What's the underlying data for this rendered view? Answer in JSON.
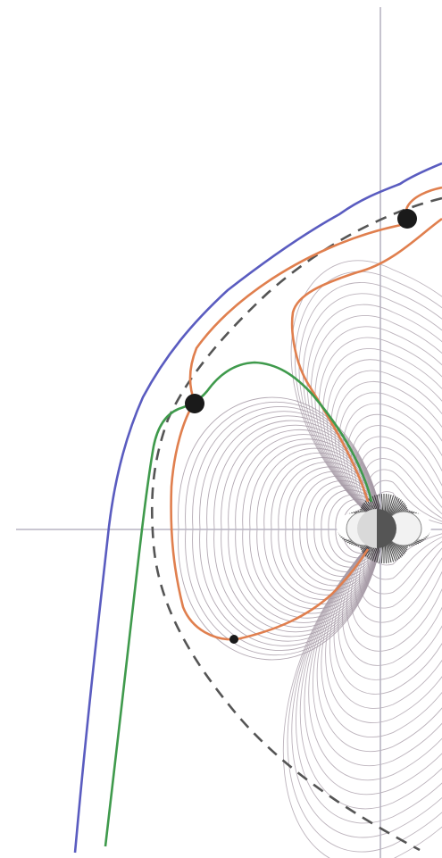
{
  "figure": {
    "colors": {
      "background": "#ffffff",
      "axis": "#b7b4c2",
      "field_line": "#a69aa6",
      "dense_core": "#222222",
      "blue_curve": "#5a5cc0",
      "orange_curve": "#e07f4e",
      "green_curve": "#3f9a4c",
      "dashed_curve": "#555555",
      "critical_point": "#1a1a1a"
    },
    "elements": [
      "horizontal-axis",
      "vertical-axis",
      "blue-curve",
      "orange-separatrix",
      "green-curve",
      "dashed-boundary",
      "field-lines",
      "central-body",
      "critical-points"
    ]
  }
}
